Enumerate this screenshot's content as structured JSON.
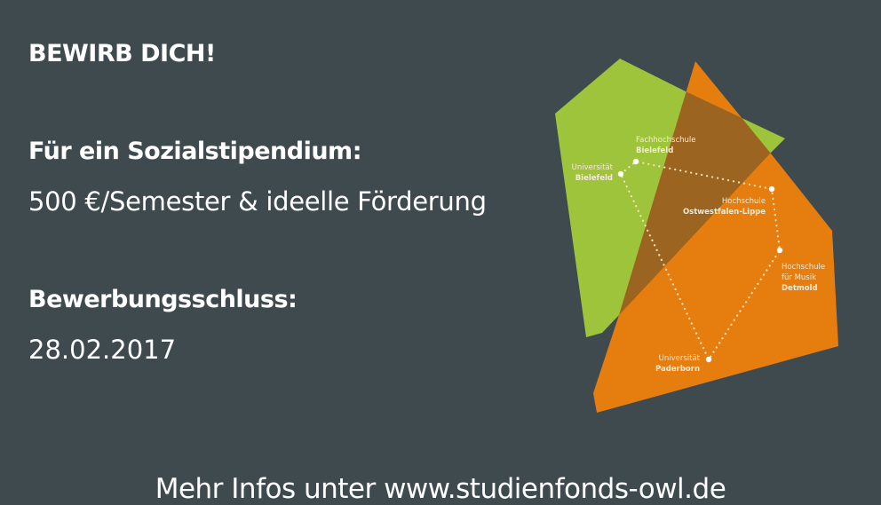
{
  "slide": {
    "headline": "BEWIRB DICH!",
    "scholarship_heading": "Für ein Sozialstipendium:",
    "scholarship_value": "500 €/Semester & ideelle Förderung",
    "deadline_heading": "Bewerbungsschluss:",
    "deadline_value": "28.02.2017",
    "footer": "Mehr Infos unter www.studienfonds-owl.de"
  },
  "logo": {
    "colors": {
      "green": "#9dc43a",
      "orange": "#e57d0f",
      "overlap": "#9b6420",
      "background": "#3f4a4f"
    },
    "institutions": [
      {
        "line1": "Fachhochschule",
        "line2": "Bielefeld"
      },
      {
        "line1": "Universität",
        "line2": "Bielefeld"
      },
      {
        "line1": "Hochschule",
        "line2": "Ostwestfalen-Lippe"
      },
      {
        "line1": "Hochschule",
        "line1b": "für Musik",
        "line2": "Detmold"
      },
      {
        "line1": "Universität",
        "line2": "Paderborn"
      }
    ]
  }
}
